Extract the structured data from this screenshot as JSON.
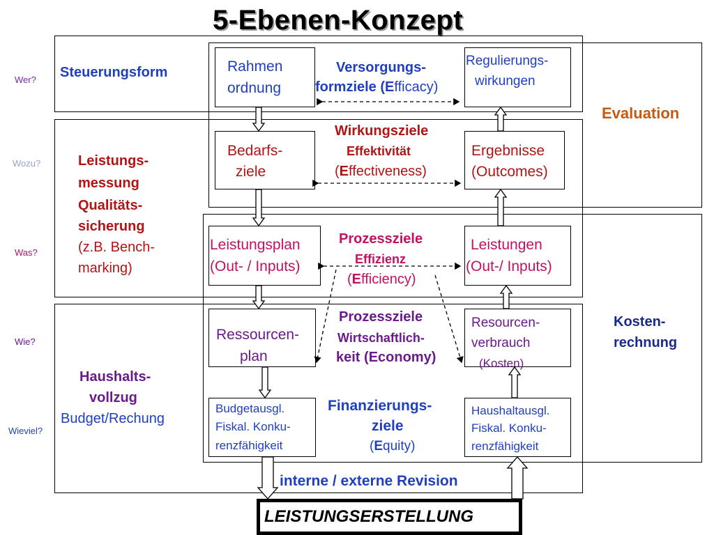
{
  "title": "5-Ebenen-Konzept",
  "questions": [
    "Wer?",
    "Wozu?",
    "Was?",
    "Wie?",
    "Wieviel?"
  ],
  "left": {
    "steuerungsform": "Steuerungsform",
    "leistung": [
      "Leistungs-",
      "messung",
      "Qualitäts-",
      "sicherung",
      "(z.B. Bench-",
      "marking)"
    ],
    "haushalt": [
      "Haushalts-",
      "vollzug",
      "Budget/Rechung"
    ]
  },
  "boxes": {
    "rahmen": [
      "Rahmen",
      "ordnung"
    ],
    "regulierung": [
      "Regulierungs-",
      "wirkungen"
    ],
    "bedarf": [
      "Bedarfs-",
      "ziele"
    ],
    "ergebnisse": [
      "Ergebnisse",
      "(Outcomes)"
    ],
    "leistungsplan": [
      "Leistungsplan",
      "(Out- / Inputs)"
    ],
    "leistungen": [
      "Leistungen",
      "(Out-/ Inputs)"
    ],
    "ressourcenplan": [
      "Ressourcen-",
      "plan"
    ],
    "verbrauch": [
      "Resourcen-",
      "verbrauch",
      "(Kosten)"
    ],
    "budget": [
      "Budgetausgl.",
      "Fiskal. Konku-",
      "renzfähigkeit"
    ],
    "haushaltausgl": [
      "Haushaltausgl.",
      "Fiskal. Konku-",
      "renzfähigkeit"
    ]
  },
  "center": {
    "versorgung": [
      "Versorgungs-",
      "formziele (",
      "E",
      "fficacy)"
    ],
    "wirkung": [
      "Wirkungsziele",
      "Effektivität",
      "(",
      "E",
      "ffectiveness)"
    ],
    "prozess1": [
      "Prozessziele",
      "Effizienz",
      "(",
      "E",
      "fficiency)"
    ],
    "prozess2": [
      "Prozessziele",
      "Wirtschaftlich-",
      "keit (",
      "E",
      "conomy)"
    ],
    "finanz": [
      "Finanzierungs-",
      "ziele",
      "(",
      "E",
      "quity)"
    ]
  },
  "right": {
    "evaluation": "Evaluation",
    "kosten": [
      "Kosten-",
      "rechnung"
    ]
  },
  "revision": "interne / externe Revision",
  "leistungserstellung": "LEISTUNGSERSTELLUNG",
  "colors": {
    "blue": "#1f3fbf",
    "red": "#b01515",
    "magenta": "#c01262",
    "purple": "#6a1a8a",
    "orange": "#c55a11"
  }
}
